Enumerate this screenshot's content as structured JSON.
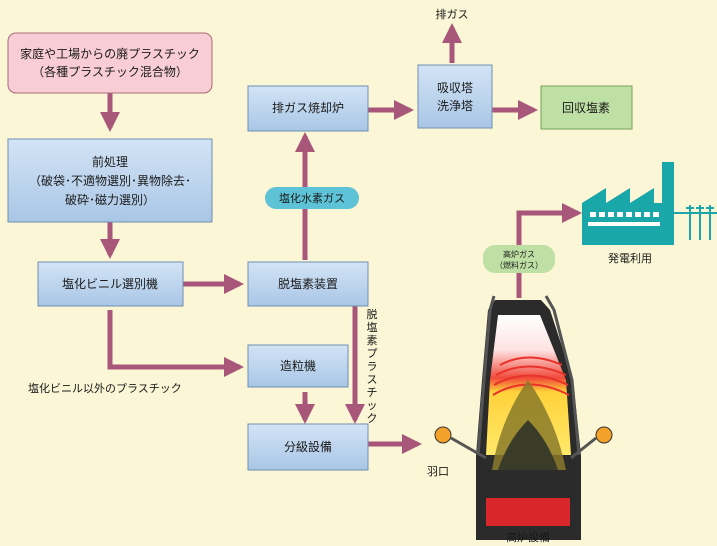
{
  "nodes": {
    "source": {
      "line1": "家庭や工場からの廃プラスチック",
      "line2": "（各種プラスチック混合物）"
    },
    "pretreatment": {
      "line1": "前処理",
      "line2": "（破袋･不適物選別･異物除去･",
      "line3": "破砕･磁力選別）"
    },
    "pvc_sorter": "塩化ビニル選別機",
    "dechlorination": "脱塩素装置",
    "exhaust_incinerator": "排ガス焼却炉",
    "absorber_line1": "吸収塔",
    "absorber_line2": "洗浄塔",
    "recovered_chlorine": "回収塩素",
    "granulator": "造粒機",
    "classifier": "分級設備"
  },
  "labels": {
    "exhaust_gas": "排ガス",
    "hcl_gas": "塩化水素ガス",
    "dechlorinated_plastic": [
      "脱",
      "塩",
      "素",
      "プ",
      "ラ",
      "ス",
      "チ",
      "ッ",
      "ク"
    ],
    "non_pvc_plastic": "塩化ビニル以外のプラスチック",
    "blast_furnace_gas_line1": "高炉ガス",
    "blast_furnace_gas_line2": "（燃料ガス）",
    "power_generation": "発電利用",
    "tuyere": "羽口",
    "blast_furnace": "高炉設備"
  },
  "colors": {
    "background": "#fbf6d6",
    "process_box": "#b9d3ec",
    "source_box": "#f9cdd6",
    "output_box": "#bfe0a5",
    "arrow": "#a8577a",
    "hcl_badge": "#5ec3d6",
    "factory": "#1aa7a9"
  }
}
